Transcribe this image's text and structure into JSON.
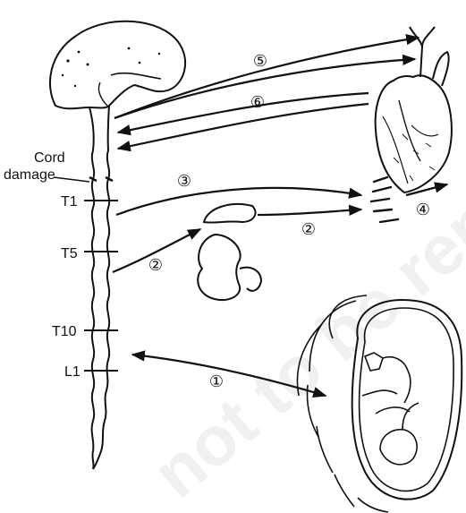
{
  "labels": {
    "cord_damage_line1": "Cord",
    "cord_damage_line2": "damage",
    "t1": "T1",
    "t5": "T5",
    "t10": "T10",
    "l1": "L1"
  },
  "pathway_numbers": {
    "p1": "①",
    "p2a": "②",
    "p2b": "②",
    "p3": "③",
    "p4": "④",
    "p5": "⑤",
    "p6": "⑥"
  },
  "watermark": {
    "text": "not to be republished",
    "color": "#d9d9d9"
  },
  "colors": {
    "ink": "#111111",
    "background": "#ffffff"
  }
}
